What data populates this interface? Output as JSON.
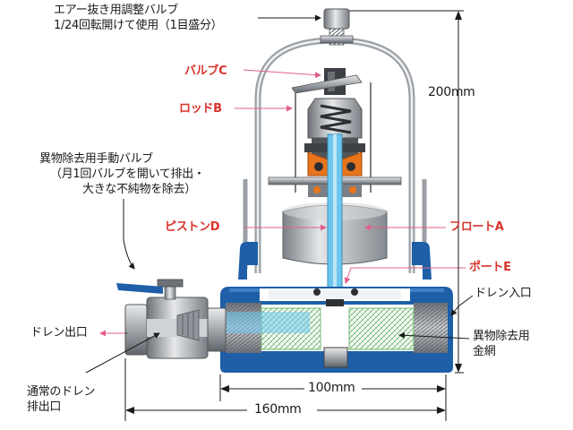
{
  "labels": {
    "air_valve_line1": "エアー抜き用調整バルブ",
    "air_valve_line2": "1/24回転開けて使用（1目盛分）",
    "valve_c": "バルブC",
    "rod_b": "ロッドB",
    "manual_valve_line1": "異物除去用手動バルブ",
    "manual_valve_line2": "（月1回バルブを開いて排出・",
    "manual_valve_line3": "大きな不純物を除去）",
    "piston_d": "ピストンD",
    "float_a": "フロートA",
    "port_e": "ポートE",
    "drain_inlet": "ドレン入口",
    "drain_outlet": "ドレン出口",
    "screen_line1": "異物除去用",
    "screen_line2": "金網",
    "normal_drain_line1": "通常のドレン",
    "normal_drain_line2": "排出口"
  },
  "dimensions": {
    "height": "200mm",
    "inner_width": "100mm",
    "overall_width": "160mm"
  },
  "colors": {
    "body_blue": "#1e5fa8",
    "red_label": "#d8332b",
    "pink_leader": "#e0608a",
    "metal_gray": "#8f949a",
    "orange": "#e8741c",
    "cyan": "#6cc6ee",
    "mesh_green": "#6fb86f"
  }
}
